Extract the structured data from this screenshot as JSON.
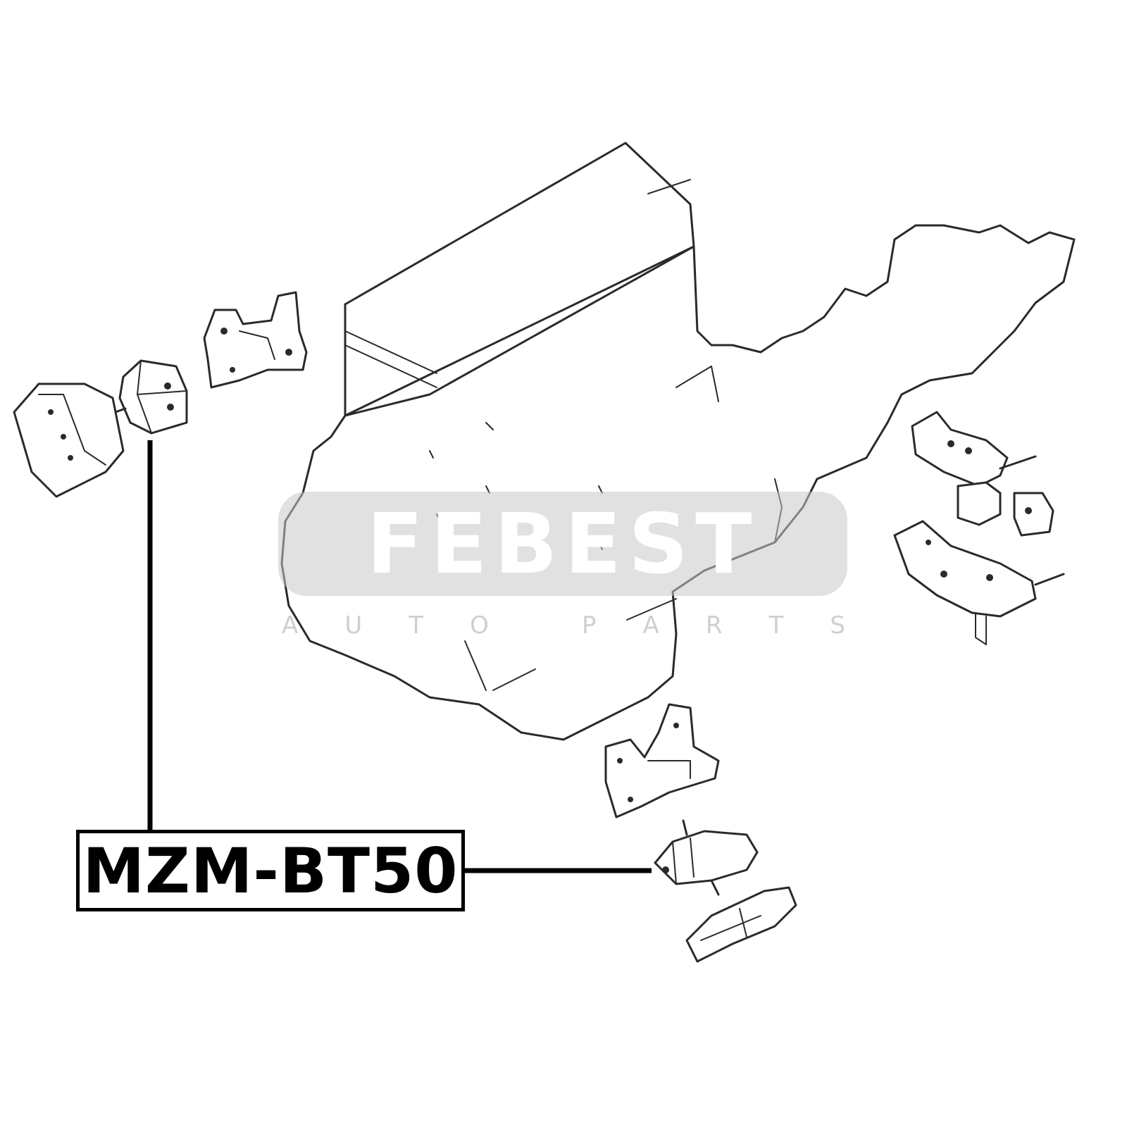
{
  "watermark": {
    "logo": "FEBEST",
    "subtitle_letters": [
      "A",
      "U",
      "T",
      "O",
      "P",
      "A",
      "R",
      "T",
      "S"
    ]
  },
  "part_label": "MZM-BT50",
  "colors": {
    "line": "#2a2a2a",
    "label": "#000000",
    "watermark_fill": "#c8c8c8"
  }
}
